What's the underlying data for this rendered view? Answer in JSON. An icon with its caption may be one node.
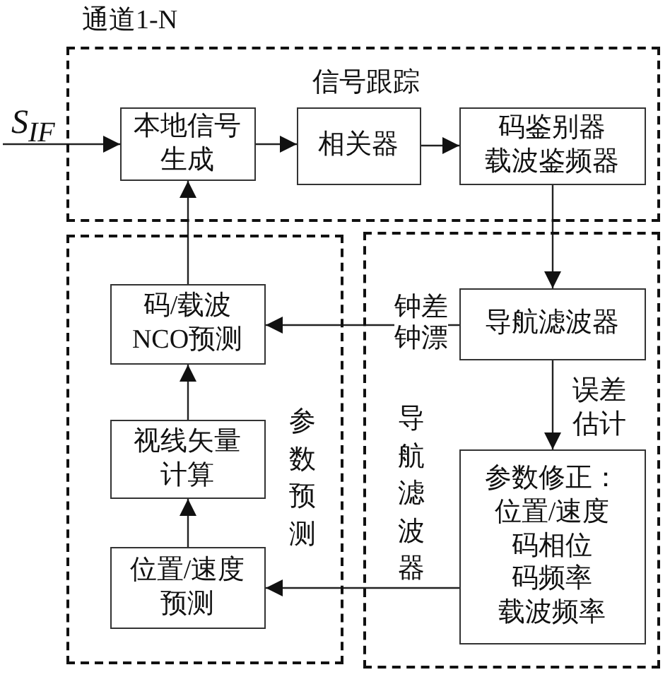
{
  "diagram": {
    "nodes": [
      {
        "text": [
          "信号跟踪"
        ]
      },
      {
        "text": [
          "本地信号生成"
        ],
        "in": 0
      },
      {
        "text": [
          "相关器"
        ],
        "in": 0
      },
      {
        "text": [
          "码鉴别器载波鉴频器"
        ],
        "in": 0
      },
      {
        "text": [
          "参数预测"
        ]
      },
      {
        "text": [
          "码/载波NCO预测"
        ],
        "in": 4
      },
      {
        "text": [
          "视线矢量计算"
        ],
        "in": 4
      },
      {
        "text": [
          "位置/速度预测"
        ],
        "in": 4
      },
      {
        "text": [
          "导航滤波器"
        ]
      },
      {
        "text": [
          "导航滤波器"
        ],
        "in": 8
      },
      {
        "text": [
          "参数修正：位置/速度码相位码频率载波频率"
        ],
        "in": 8
      }
    ],
    "edges": [
      {
        "from": null,
        "to": 1,
        "arrow": "to",
        "label": "S$_{IF}$"
      },
      {
        "from": 1,
        "to": 2,
        "arrow": "to"
      },
      {
        "from": 2,
        "to": 3,
        "arrow": "to"
      },
      {
        "from": 3,
        "to": 9,
        "arrow": "to"
      },
      {
        "from": 9,
        "to": 5,
        "arrow": "to",
        "label": "钟差钟漂"
      },
      {
        "from": 9,
        "to": 10,
        "arrow": "to",
        "label": "误差估计"
      },
      {
        "from": 10,
        "to": 7,
        "arrow": "to"
      },
      {
        "from": 7,
        "to": 6,
        "arrow": "to"
      },
      {
        "from": 6,
        "to": 5,
        "arrow": "to"
      },
      {
        "from": 5,
        "to": 1,
        "arrow": "to"
      }
    ],
    "labels": [
      "通道1-N"
    ]
  }
}
